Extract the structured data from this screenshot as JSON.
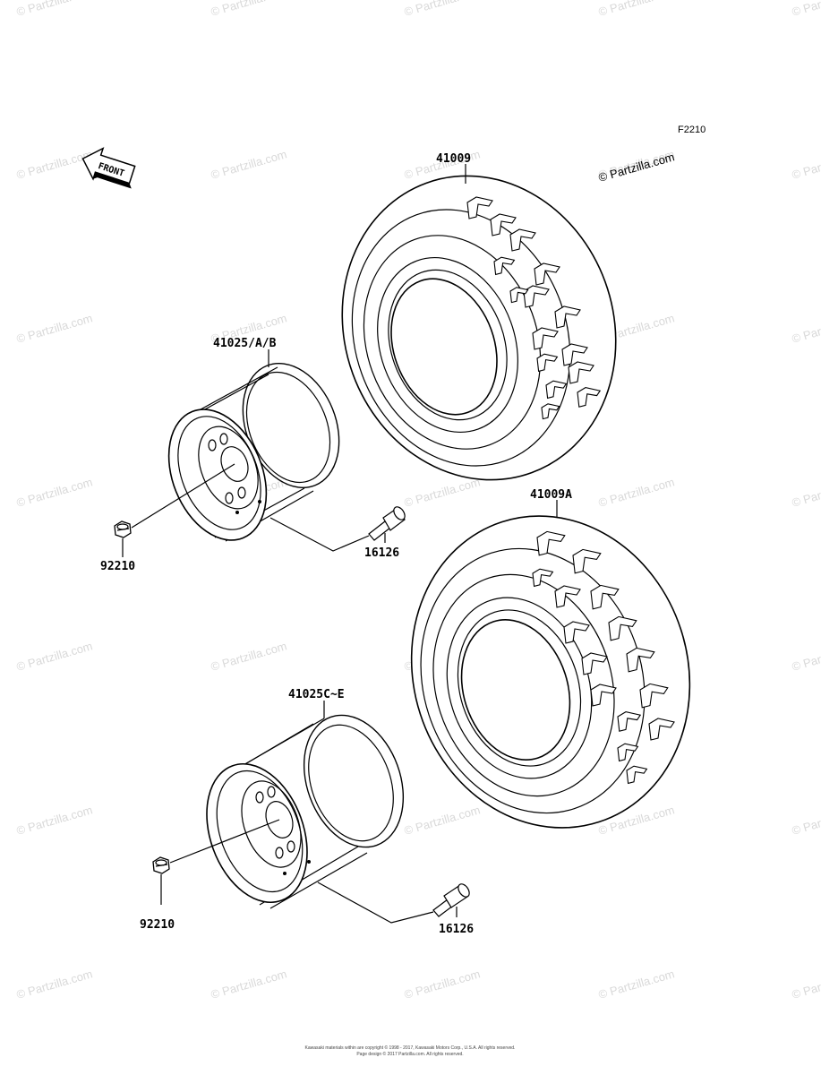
{
  "figure_code": "F2210",
  "copyright": "© Partzilla.com",
  "watermark_text": "© Partzilla.com",
  "front_label": "FRONT",
  "parts": {
    "tire_front": "41009",
    "tire_rear": "41009A",
    "wheel_front": "41025/A/B",
    "wheel_rear": "41025C~E",
    "nut_front": "92210",
    "nut_rear": "92210",
    "valve_front": "16126",
    "valve_rear": "16126"
  },
  "footer": {
    "line1": "Kawasaki materials within are copyright © 1998 - 2017, Kawasaki Motors Corp., U.S.A. All rights reserved.",
    "line2": "Page design © 2017 Partzilla.com. All rights reserved."
  }
}
